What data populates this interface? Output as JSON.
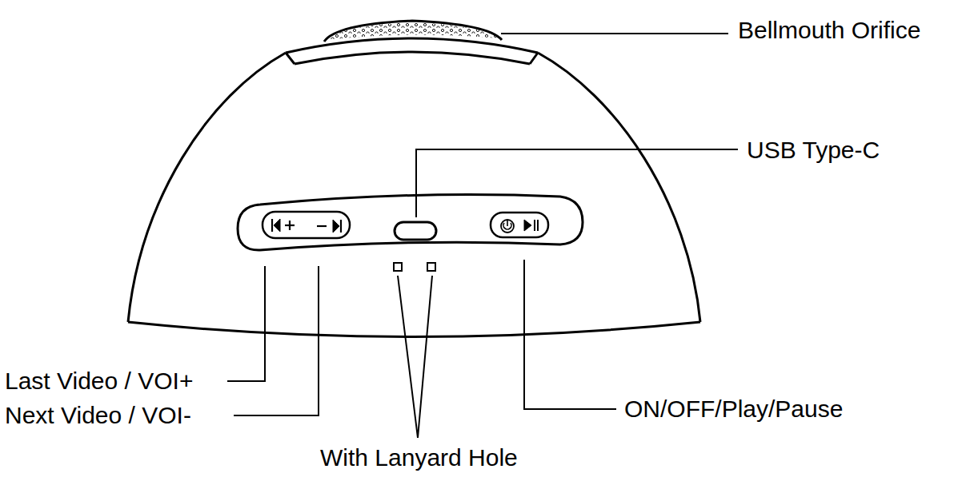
{
  "diagram": {
    "labels": [
      "Bellmouth Orifice",
      "USB Type-C",
      "Last Video / VOI+",
      "Next Video / VOI-",
      "With Lanyard Hole",
      "ON/OFF/Play/Pause"
    ]
  }
}
